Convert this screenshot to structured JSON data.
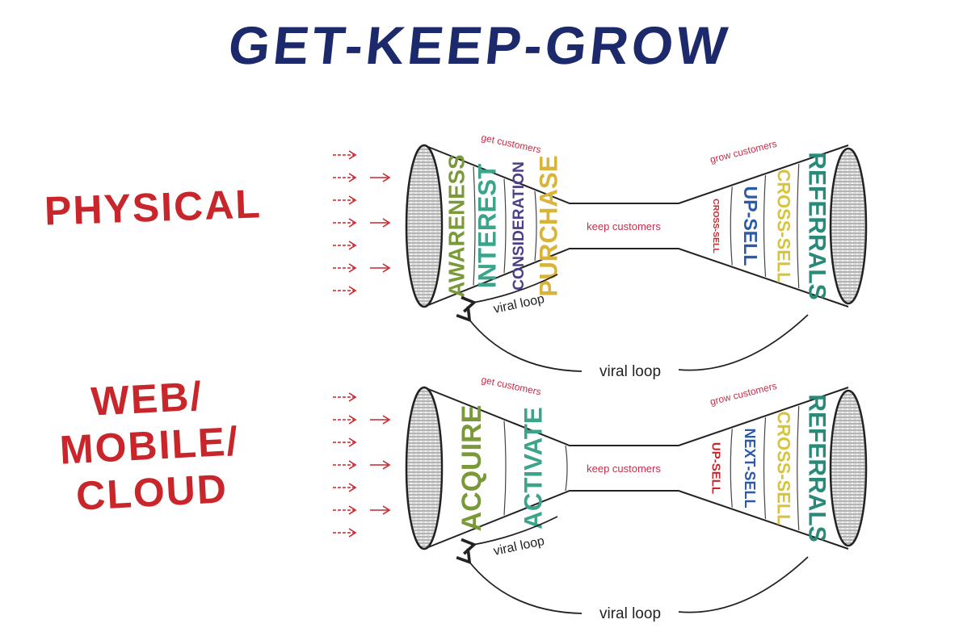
{
  "title": "GET-KEEP-GROW",
  "rows": [
    {
      "label_lines": [
        "PHYSICAL"
      ],
      "get_label": "get customers",
      "keep_label": "keep customers",
      "grow_label": "grow customers",
      "inner_loop_label": "viral loop",
      "outer_loop_label": "viral loop",
      "left_stages": [
        {
          "text": "AWARENESS",
          "color": "#7a9a3a"
        },
        {
          "text": "INTEREST",
          "color": "#3aa58a"
        },
        {
          "text": "CONSIDERATION",
          "color": "#4a3f8a"
        },
        {
          "text": "PURCHASE",
          "color": "#d8b43a"
        }
      ],
      "right_stages": [
        {
          "text": "CROSS-SELL",
          "color": "#c8262b"
        },
        {
          "text": "UP-SELL",
          "color": "#2a5aa8"
        },
        {
          "text": "CROSS-SELL",
          "color": "#d8c43a"
        },
        {
          "text": "REFERRALS",
          "color": "#2a8a7a"
        }
      ]
    },
    {
      "label_lines": [
        "WEB/",
        "MOBILE/",
        "CLOUD"
      ],
      "get_label": "get customers",
      "keep_label": "keep customers",
      "grow_label": "grow customers",
      "inner_loop_label": "viral loop",
      "outer_loop_label": "viral loop",
      "left_stages": [
        {
          "text": "ACQUIRE",
          "color": "#7a9a3a"
        },
        {
          "text": "ACTIVATE",
          "color": "#3aa58a"
        }
      ],
      "right_stages": [
        {
          "text": "UP-SELL",
          "color": "#c8262b"
        },
        {
          "text": "NEXT-SELL",
          "color": "#2a5aa8"
        },
        {
          "text": "CROSS-SELL",
          "color": "#d8c43a"
        },
        {
          "text": "REFERRALS",
          "color": "#2a8a7a"
        }
      ]
    }
  ],
  "colors": {
    "title": "#1c2a6b",
    "side_label": "#c8262b",
    "arrows": "#c8262b",
    "small_text": "#c0304a",
    "ink": "#222222"
  }
}
